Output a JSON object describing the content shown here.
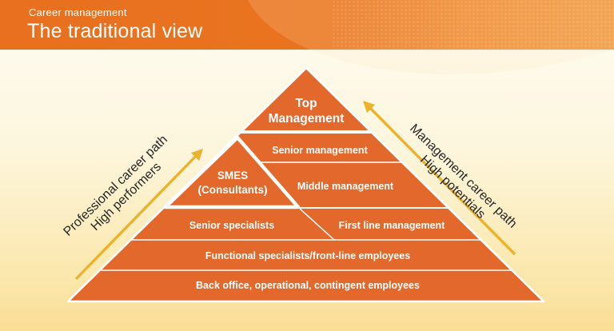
{
  "header": {
    "eyebrow": "Career management",
    "title": "The traditional view"
  },
  "diagram": {
    "top_label_line1": "Top",
    "top_label_line2": "Management",
    "senior_management": "Senior management",
    "middle_management": "Middle management",
    "smes_line1": "SMES",
    "smes_line2": "(Consultants)",
    "senior_specialists": "Senior specialists",
    "first_line_management": "First line management",
    "functional_specialists": "Functional specialists/front-line employees",
    "back_office": "Back office, operational, contingent employees",
    "left_path_line1": "Professional career path",
    "left_path_line2": "High performers",
    "right_path_line1": "Management career path",
    "right_path_line2": "High potentials"
  },
  "colors": {
    "pyramid_orange": "#e2682b",
    "header_orange": "#e8701f",
    "arrow_yellow": "#ecb22b",
    "background_top": "#fefcf3",
    "background_bottom": "#f9dd94",
    "divider_white": "#ffffff",
    "path_text": "#262626"
  }
}
